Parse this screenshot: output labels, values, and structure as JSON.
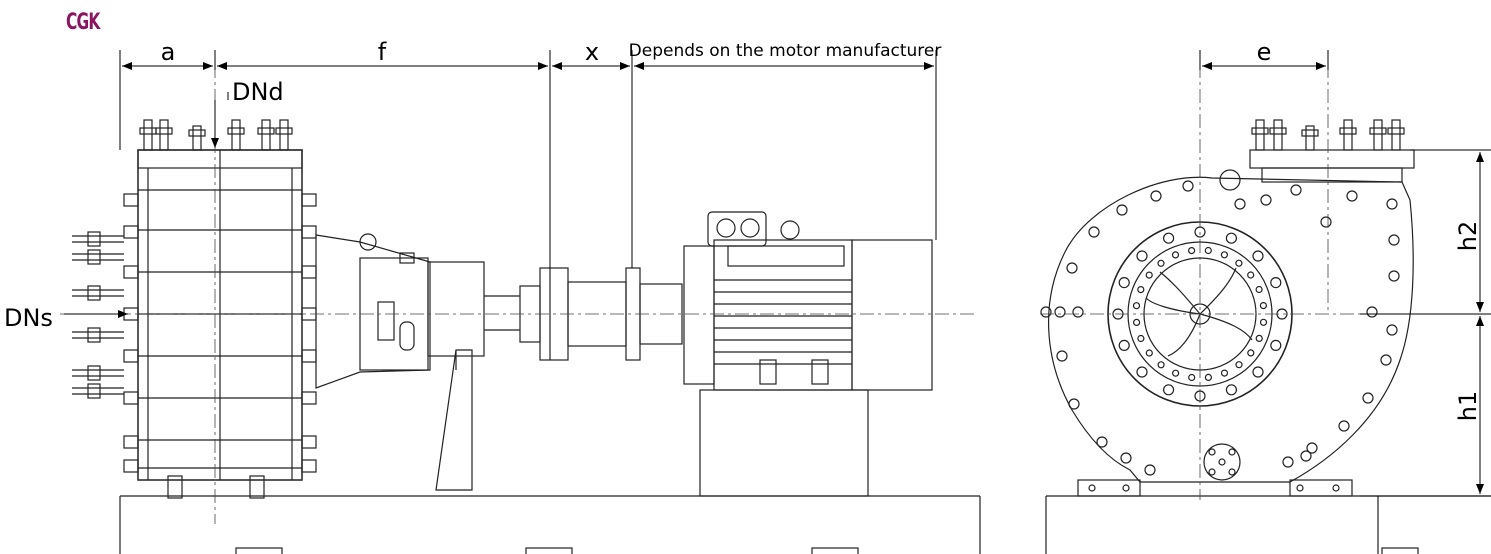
{
  "brand": {
    "logo": "CGK",
    "color": "#8a1561"
  },
  "dimensions": {
    "a": "a",
    "f": "f",
    "x": "x",
    "motor_note": "Depends on the motor manufacturer",
    "dnd": "DNd",
    "dns": "DNs",
    "e": "e",
    "h1": "h1",
    "h2": "h2"
  },
  "colors": {
    "line": "#000000",
    "drawing": "#222222"
  }
}
